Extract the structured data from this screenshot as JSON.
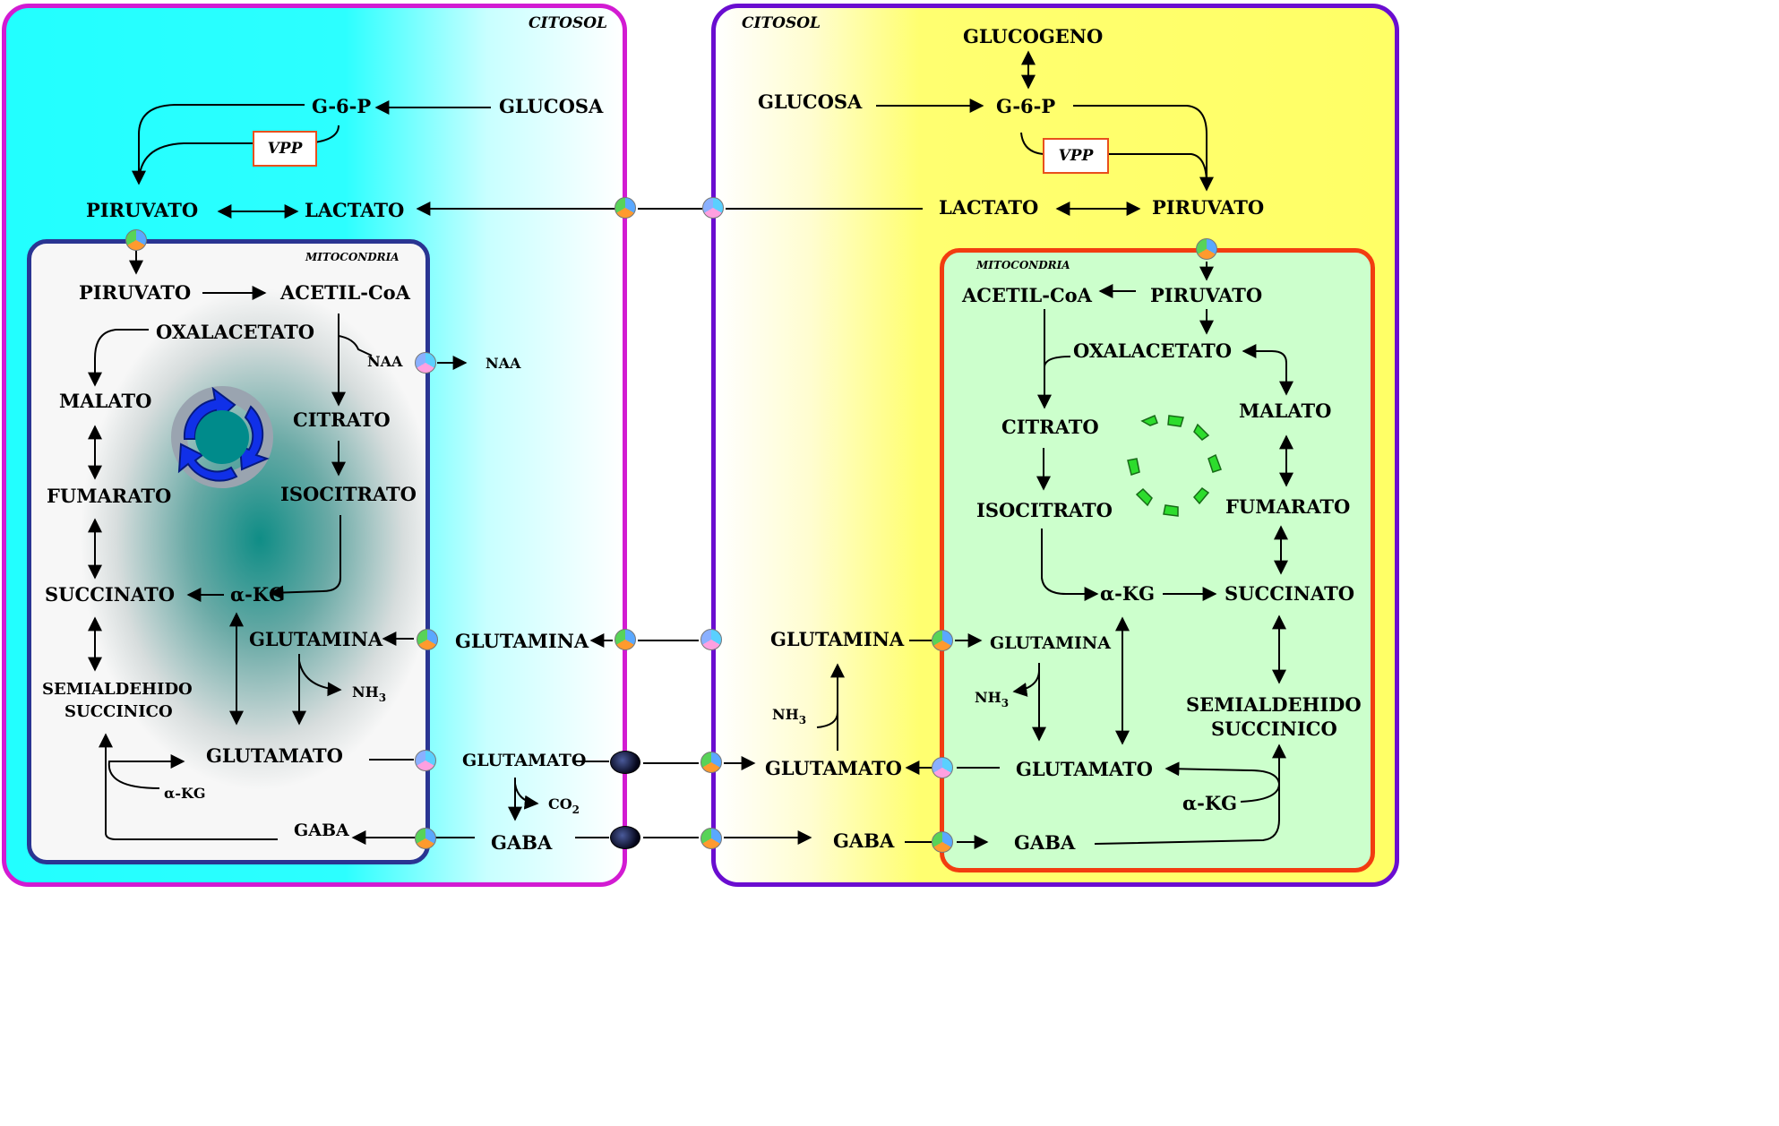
{
  "left": {
    "citosol": "CITOSOL",
    "mitocondria": "MITOCONDRIA",
    "glucosa": "GLUCOSA",
    "g6p": "G-6-P",
    "vpp": "VPP",
    "piruvato": "PIRUVATO",
    "lactato": "LACTATO",
    "mito_piruvato": "PIRUVATO",
    "acetil_coa": "ACETIL-CoA",
    "oxalacetato": "OXALACETATO",
    "naa_in": "NAA",
    "naa_out": "NAA",
    "malato": "MALATO",
    "citrato": "CITRATO",
    "fumarato": "FUMARATO",
    "isocitrato": "ISOCITRATO",
    "succinato": "SUCCINATO",
    "akg": "α-KG",
    "glutamina_mito": "GLUTAMINA",
    "glutamina_cyto": "GLUTAMINA",
    "semialdehido_1": "SEMIALDEHIDO",
    "semialdehido_2": "SUCCINICO",
    "nh3": "NH",
    "nh3_sub": "3",
    "glutamato_mito": "GLUTAMATO",
    "glutamato_cyto": "GLUTAMATO",
    "akg_small": "α-KG",
    "co2": "CO",
    "co2_sub": "2",
    "gaba_mito": "GABA",
    "gaba_cyto": "GABA"
  },
  "right": {
    "citosol": "CITOSOL",
    "mitocondria": "MITOCONDRIA",
    "glucogeno": "GLUCOGENO",
    "glucosa": "GLUCOSA",
    "g6p": "G-6-P",
    "vpp": "VPP",
    "lactato": "LACTATO",
    "piruvato": "PIRUVATO",
    "acetil_coa": "ACETIL-CoA",
    "mito_piruvato": "PIRUVATO",
    "oxalacetato": "OXALACETATO",
    "citrato": "CITRATO",
    "malato": "MALATO",
    "isocitrato": "ISOCITRATO",
    "fumarato": "FUMARATO",
    "akg": "α-KG",
    "succinato": "SUCCINATO",
    "glutamina_cyto": "GLUTAMINA",
    "glutamina_mito": "GLUTAMINA",
    "nh3_cyto": "NH",
    "nh3_cyto_sub": "3",
    "nh3_mito": "NH",
    "nh3_mito_sub": "3",
    "semialdehido_1": "SEMIALDEHIDO",
    "semialdehido_2": "SUCCINICO",
    "glutamato_cyto": "GLUTAMATO",
    "glutamato_mito": "GLUTAMATO",
    "akg_small": "α-KG",
    "gaba_cyto": "GABA",
    "gaba_mito": "GABA"
  },
  "colors": {
    "left_cell_border": "#d21bd2",
    "left_cell_fill": "#22ffff",
    "right_cell_border": "#6a0dd0",
    "right_cell_fill": "#ffff66",
    "left_mito_border": "#2a3592",
    "right_mito_border": "#f23c10",
    "right_mito_fill": "#ccffcc",
    "vpp_box_border": "#e8501c"
  },
  "icons": {
    "left_cycle": "blue-circular-arrows-icon",
    "right_cycle": "green-circular-arrows-icon",
    "transporter": "multicolor-transporter-icon",
    "dark_transporter": "dark-transporter-icon"
  }
}
